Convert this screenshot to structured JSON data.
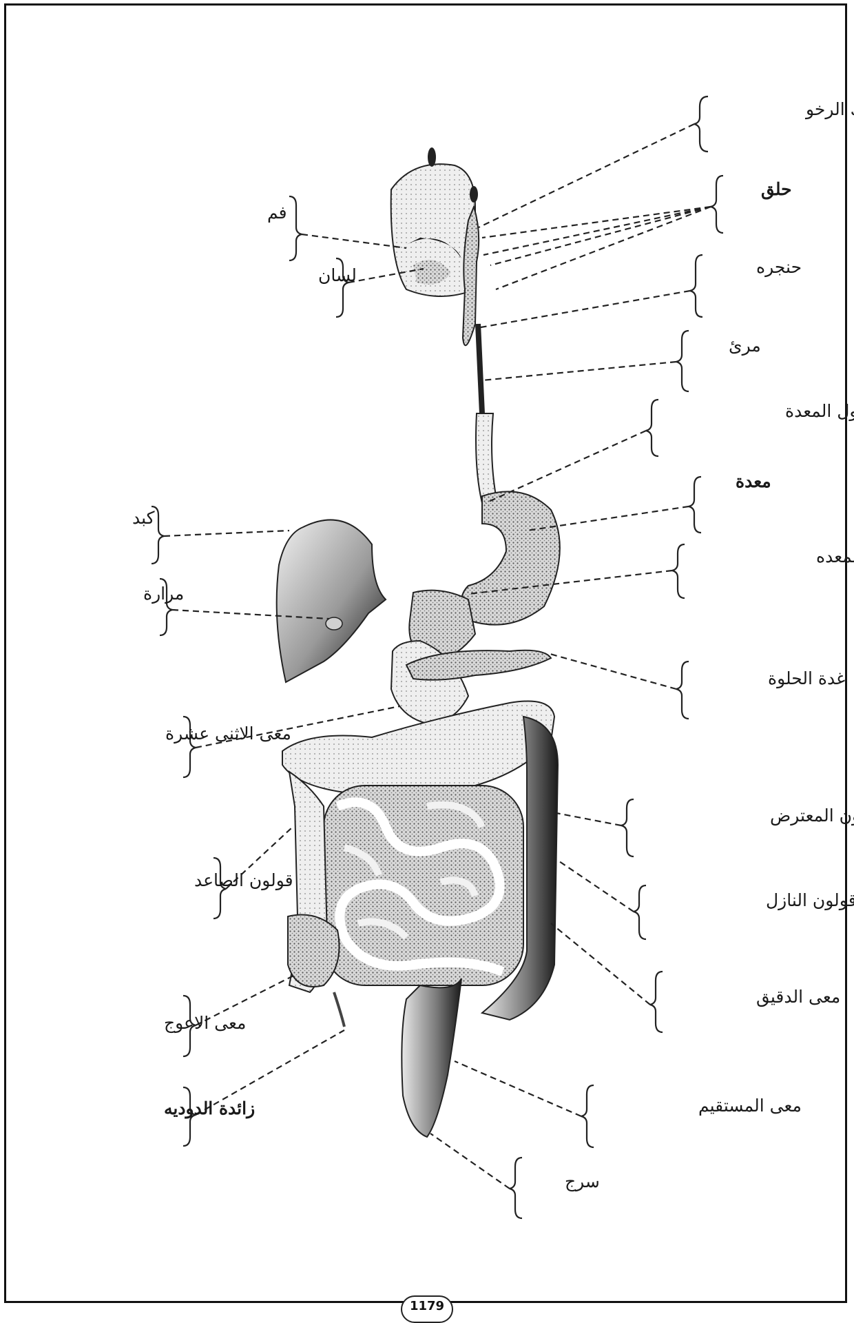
{
  "labels": {
    "soft_palate": "حنك الرخو",
    "pharynx": "حلق",
    "mouth": "فم",
    "tongue": "لسان",
    "larynx": "حنجره",
    "esophagus": "مرئ",
    "cardia": "بواب الدخول المعدة",
    "stomach": "معدة",
    "liver": "كبد",
    "pylorus": "بواب الخروج المعده",
    "gallbladder": "مرارة",
    "pancreas": "غدة الحلوة",
    "duodenum": "معى الاثنى عشرة",
    "transverse_colon": "قولون المعترض",
    "ascending_colon": "قولون الصاعد",
    "descending_colon": "قولون النازل",
    "small_intestine": "معى الدقيق",
    "cecum": "معى الاعوج",
    "appendix": "زائدة الدوديه",
    "rectum": "معى المستقيم",
    "anus": "سرج"
  },
  "page_number": "1179",
  "colors": {
    "ink": "#1a1a1a",
    "paper": "#ffffff",
    "organ_mid": "#8c8c8c",
    "organ_dark": "#3a3a3a"
  }
}
